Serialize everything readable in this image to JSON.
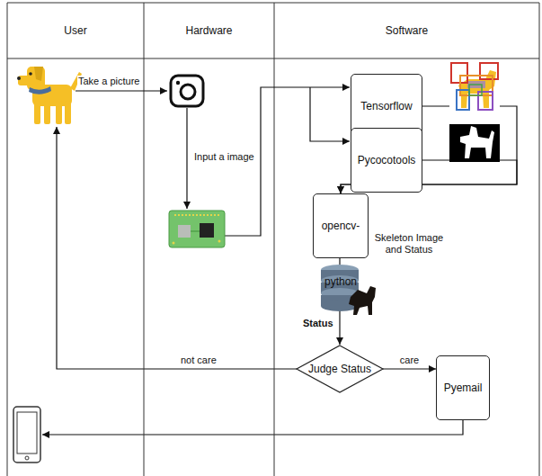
{
  "diagram": {
    "nodes": [
      {
        "text": [
          "User"
        ]
      },
      {
        "text": [
          "Hardware"
        ]
      },
      {
        "text": [
          "Software"
        ]
      },
      {
        "text": [
          "Tensorflow"
        ],
        "in": 2
      },
      {
        "text": [
          "Pycocotools"
        ],
        "in": 2
      },
      {
        "text": [
          "opencv- python"
        ],
        "in": 2
      },
      {
        "text": [
          "Judge Status"
        ],
        "in": 2
      },
      {
        "text": [
          "Pyemail"
        ],
        "in": 2
      }
    ],
    "edges": [
      {
        "from": 3,
        "to": 5,
        "arrow": "to"
      },
      {
        "from": 4,
        "to": 5,
        "arrow": "to"
      },
      {
        "from": 6,
        "to": 7,
        "label": "care",
        "arrow": "to"
      }
    ],
    "labels": [
      "Take a picture",
      "Input a image",
      "Skeleton Image and Status",
      "Status",
      "not care"
    ]
  }
}
